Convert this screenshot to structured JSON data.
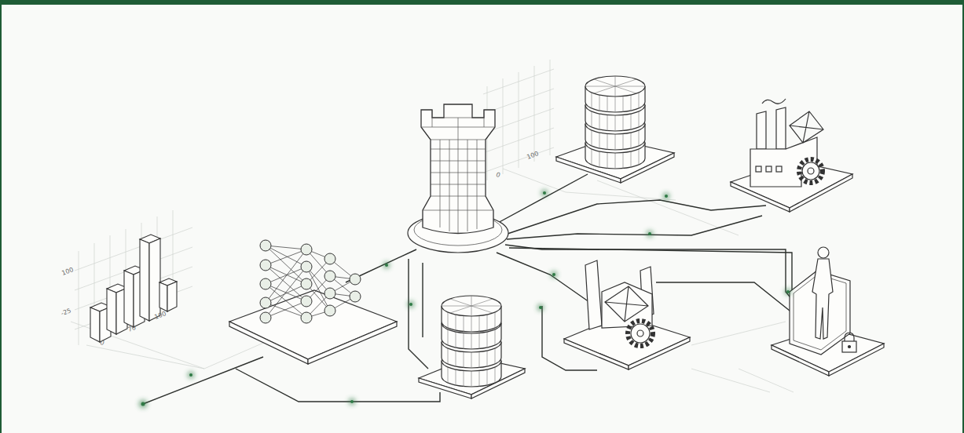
{
  "diagram": {
    "labels": [
      "100",
      "-25",
      "0",
      "70",
      "100",
      "100",
      "0"
    ]
  }
}
